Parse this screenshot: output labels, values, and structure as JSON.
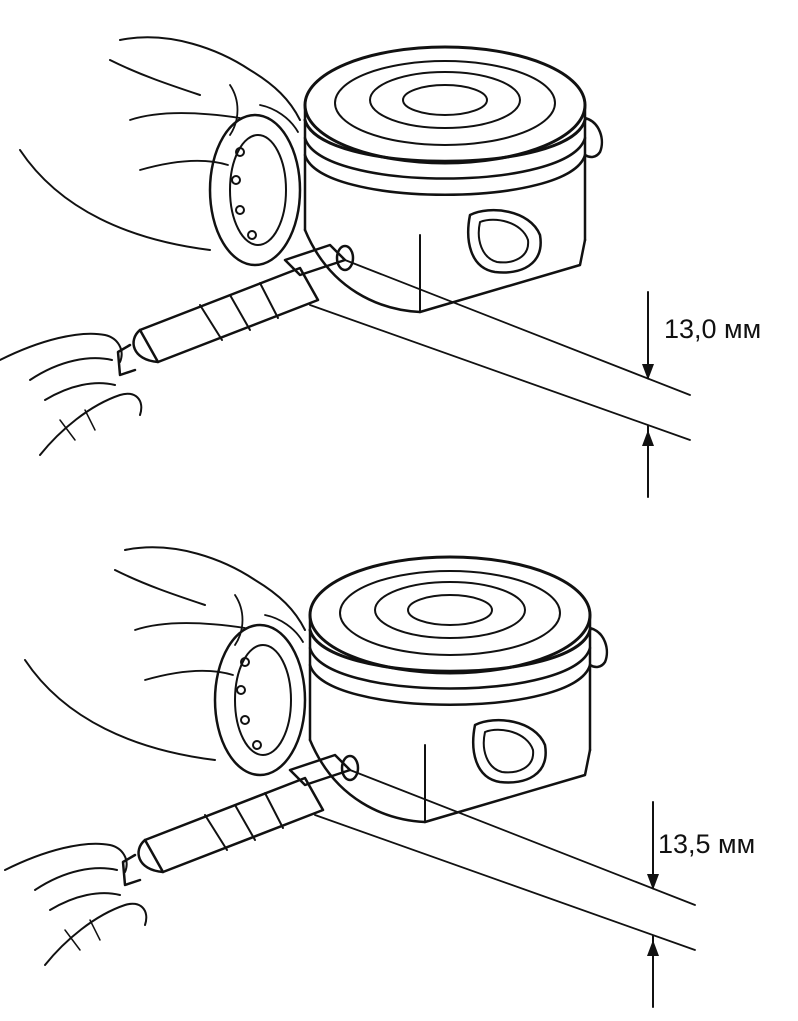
{
  "figures": [
    {
      "id": "top",
      "dimension_label": "13,0 мм"
    },
    {
      "id": "bottom",
      "dimension_label": "13,5 мм"
    }
  ],
  "colors": {
    "ink": "#111111",
    "background": "#ffffff"
  }
}
